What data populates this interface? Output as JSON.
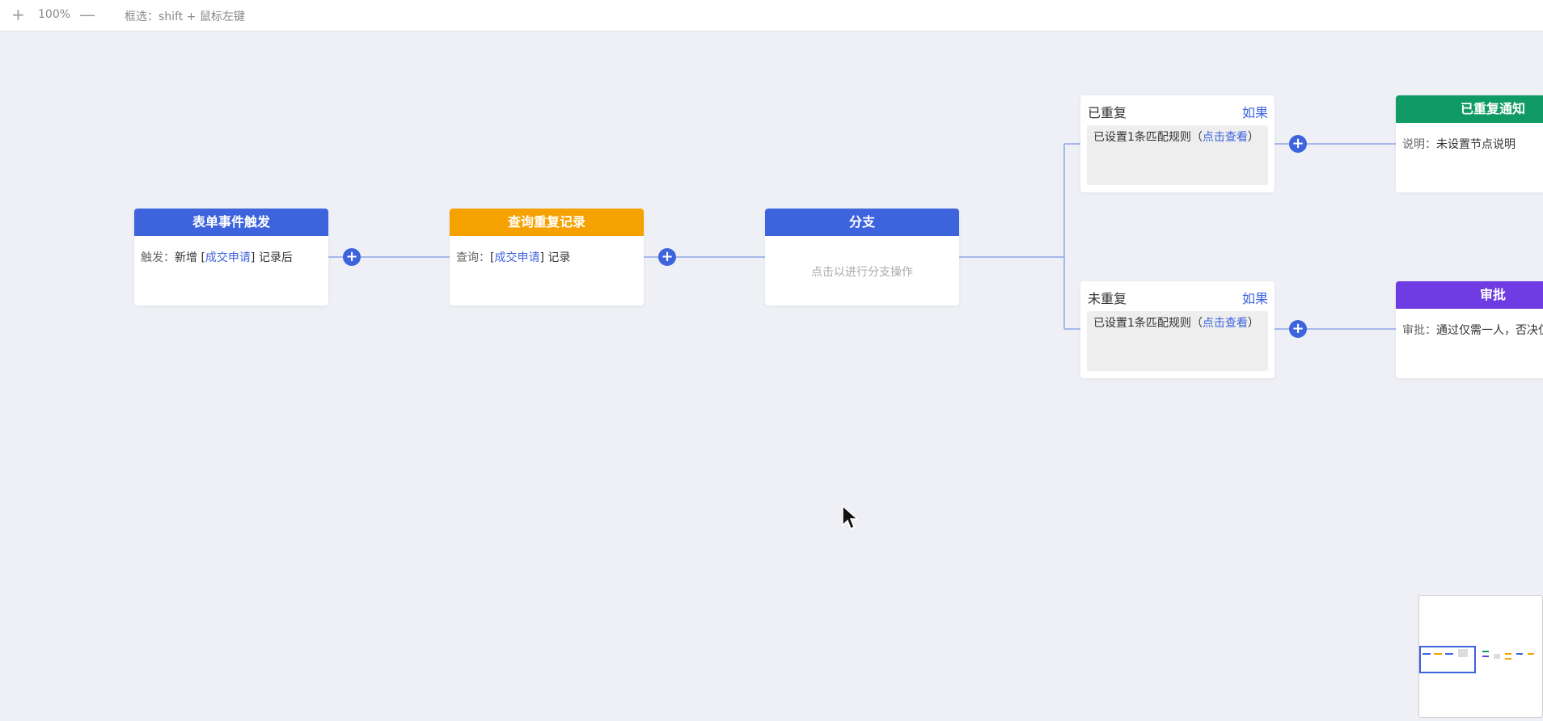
{
  "toolbar": {
    "zoom_in_icon": "plus-icon",
    "zoom_level": "100%",
    "zoom_out_icon": "minus-icon",
    "selection_hint": "框选：shift + 鼠标左键"
  },
  "nodes": {
    "trigger": {
      "title": "表单事件触发",
      "color": "#3d63dd",
      "label": "触发：",
      "prefix": "新增 [",
      "link": "成交申请",
      "suffix": "] 记录后"
    },
    "query": {
      "title": "查询重复记录",
      "color": "#f5a200",
      "label": "查询：",
      "prefix": "[",
      "link": "成交申请",
      "suffix": "] 记录"
    },
    "branch": {
      "title": "分支",
      "color": "#3d63dd",
      "placeholder": "点击以进行分支操作"
    },
    "notify": {
      "title": "已重复通知",
      "color": "#0f9b63",
      "label": "说明：",
      "text": "未设置节点说明"
    },
    "approval": {
      "title": "审批",
      "color": "#6f3be3",
      "label": "审批：",
      "text": "通过仅需一人，否决仅"
    }
  },
  "conditions": {
    "duplicated": {
      "title": "已重复",
      "link": "如果",
      "rule_prefix": "已设置1条匹配规则（",
      "rule_link": "点击查看",
      "rule_suffix": "）"
    },
    "not_duplicated": {
      "title": "未重复",
      "link": "如果",
      "rule_prefix": "已设置1条匹配规则（",
      "rule_link": "点击查看",
      "rule_suffix": "）"
    }
  },
  "add_button_icon": "plus-icon",
  "colors": {
    "accent": "#3d63dd",
    "canvas": "#eef0f5",
    "wire": "#8fa5e8"
  }
}
